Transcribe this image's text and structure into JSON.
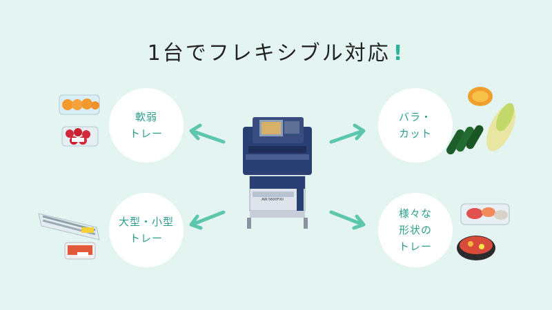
{
  "title": {
    "text": "1台でフレキシブル対応",
    "excl": "!"
  },
  "features": {
    "top_left": {
      "line1": "軟弱",
      "line2": "トレー"
    },
    "top_right": {
      "line1": "バラ・",
      "line2": "カット"
    },
    "bottom_left": {
      "line1": "大型・小型",
      "line2": "トレー"
    },
    "bottom_right": {
      "line1": "様々な",
      "line2": "形状の",
      "line3": "トレー"
    }
  },
  "machine": {
    "label": "AW-5600FXII"
  },
  "colors": {
    "accent": "#2bb39a",
    "arrow": "#5cc7ad",
    "background": "#e4f4f0",
    "text": "#2a9e8a"
  }
}
